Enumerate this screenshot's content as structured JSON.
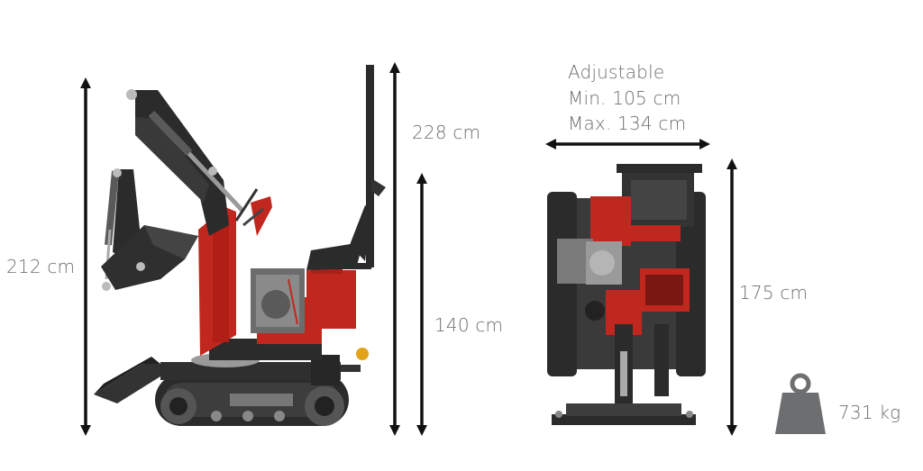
{
  "dimensions": {
    "height_total": "212 cm",
    "height_with_rops": "228 cm",
    "height_seat": "140 cm",
    "width_label": "Adjustable",
    "width_min": "Min. 105 cm",
    "width_max": "Max. 134 cm",
    "front_height": "175 cm",
    "weight": "731 kg"
  },
  "colors": {
    "machine_red": "#c0281f",
    "machine_dark": "#2b2b2b",
    "arrow": "#111111",
    "text": "#6d6e70",
    "weight_icon": "#6d6e70"
  }
}
